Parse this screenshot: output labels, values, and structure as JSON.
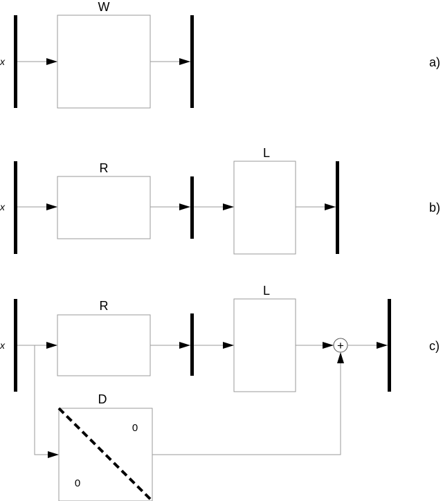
{
  "panels": {
    "a": {
      "tag": "a)",
      "input": "x",
      "block": "W"
    },
    "b": {
      "tag": "b)",
      "input": "x",
      "block1": "R",
      "block2": "L"
    },
    "c": {
      "tag": "c)",
      "input": "x",
      "block1": "R",
      "block2": "L",
      "block3": "D",
      "sum": "+",
      "zero_upper": "0",
      "zero_lower": "0"
    }
  }
}
